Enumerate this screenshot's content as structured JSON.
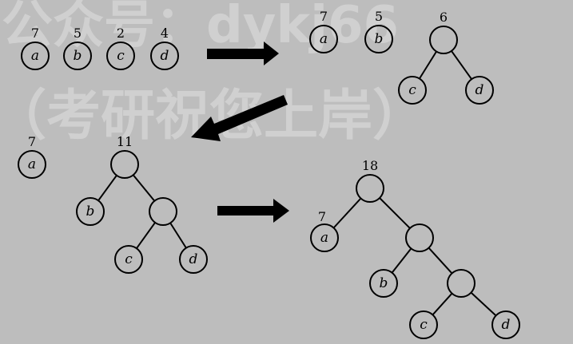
{
  "watermark": {
    "line1": "公众号：dykj66",
    "line2": "（考研祝您上岸）"
  },
  "steps": [
    {
      "id": "step1",
      "nodes": [
        {
          "id": "a",
          "label": "a",
          "weight": "7"
        },
        {
          "id": "b",
          "label": "b",
          "weight": "5"
        },
        {
          "id": "c",
          "label": "c",
          "weight": "2"
        },
        {
          "id": "d",
          "label": "d",
          "weight": "4"
        }
      ],
      "edges": []
    },
    {
      "id": "step2",
      "nodes": [
        {
          "id": "a",
          "label": "a",
          "weight": "7"
        },
        {
          "id": "b",
          "label": "b",
          "weight": "5"
        },
        {
          "id": "cd",
          "label": "",
          "weight": "6"
        },
        {
          "id": "c",
          "label": "c",
          "weight": ""
        },
        {
          "id": "d",
          "label": "d",
          "weight": ""
        }
      ],
      "edges": [
        [
          "cd",
          "c"
        ],
        [
          "cd",
          "d"
        ]
      ]
    },
    {
      "id": "step3",
      "nodes": [
        {
          "id": "a",
          "label": "a",
          "weight": "7"
        },
        {
          "id": "bcd",
          "label": "",
          "weight": "11"
        },
        {
          "id": "b",
          "label": "b",
          "weight": ""
        },
        {
          "id": "cd",
          "label": "",
          "weight": ""
        },
        {
          "id": "c",
          "label": "c",
          "weight": ""
        },
        {
          "id": "d",
          "label": "d",
          "weight": ""
        }
      ],
      "edges": [
        [
          "bcd",
          "b"
        ],
        [
          "bcd",
          "cd"
        ],
        [
          "cd",
          "c"
        ],
        [
          "cd",
          "d"
        ]
      ]
    },
    {
      "id": "step4",
      "nodes": [
        {
          "id": "root",
          "label": "",
          "weight": "18"
        },
        {
          "id": "a",
          "label": "a",
          "weight": "7"
        },
        {
          "id": "bcd",
          "label": "",
          "weight": ""
        },
        {
          "id": "b",
          "label": "b",
          "weight": ""
        },
        {
          "id": "cd",
          "label": "",
          "weight": ""
        },
        {
          "id": "c",
          "label": "c",
          "weight": ""
        },
        {
          "id": "d",
          "label": "d",
          "weight": ""
        }
      ],
      "edges": [
        [
          "root",
          "a"
        ],
        [
          "root",
          "bcd"
        ],
        [
          "bcd",
          "b"
        ],
        [
          "bcd",
          "cd"
        ],
        [
          "cd",
          "c"
        ],
        [
          "cd",
          "d"
        ]
      ]
    }
  ],
  "arrows": [
    {
      "id": "arrow-1",
      "direction": "right"
    },
    {
      "id": "arrow-2",
      "direction": "down-left"
    },
    {
      "id": "arrow-3",
      "direction": "right"
    }
  ]
}
